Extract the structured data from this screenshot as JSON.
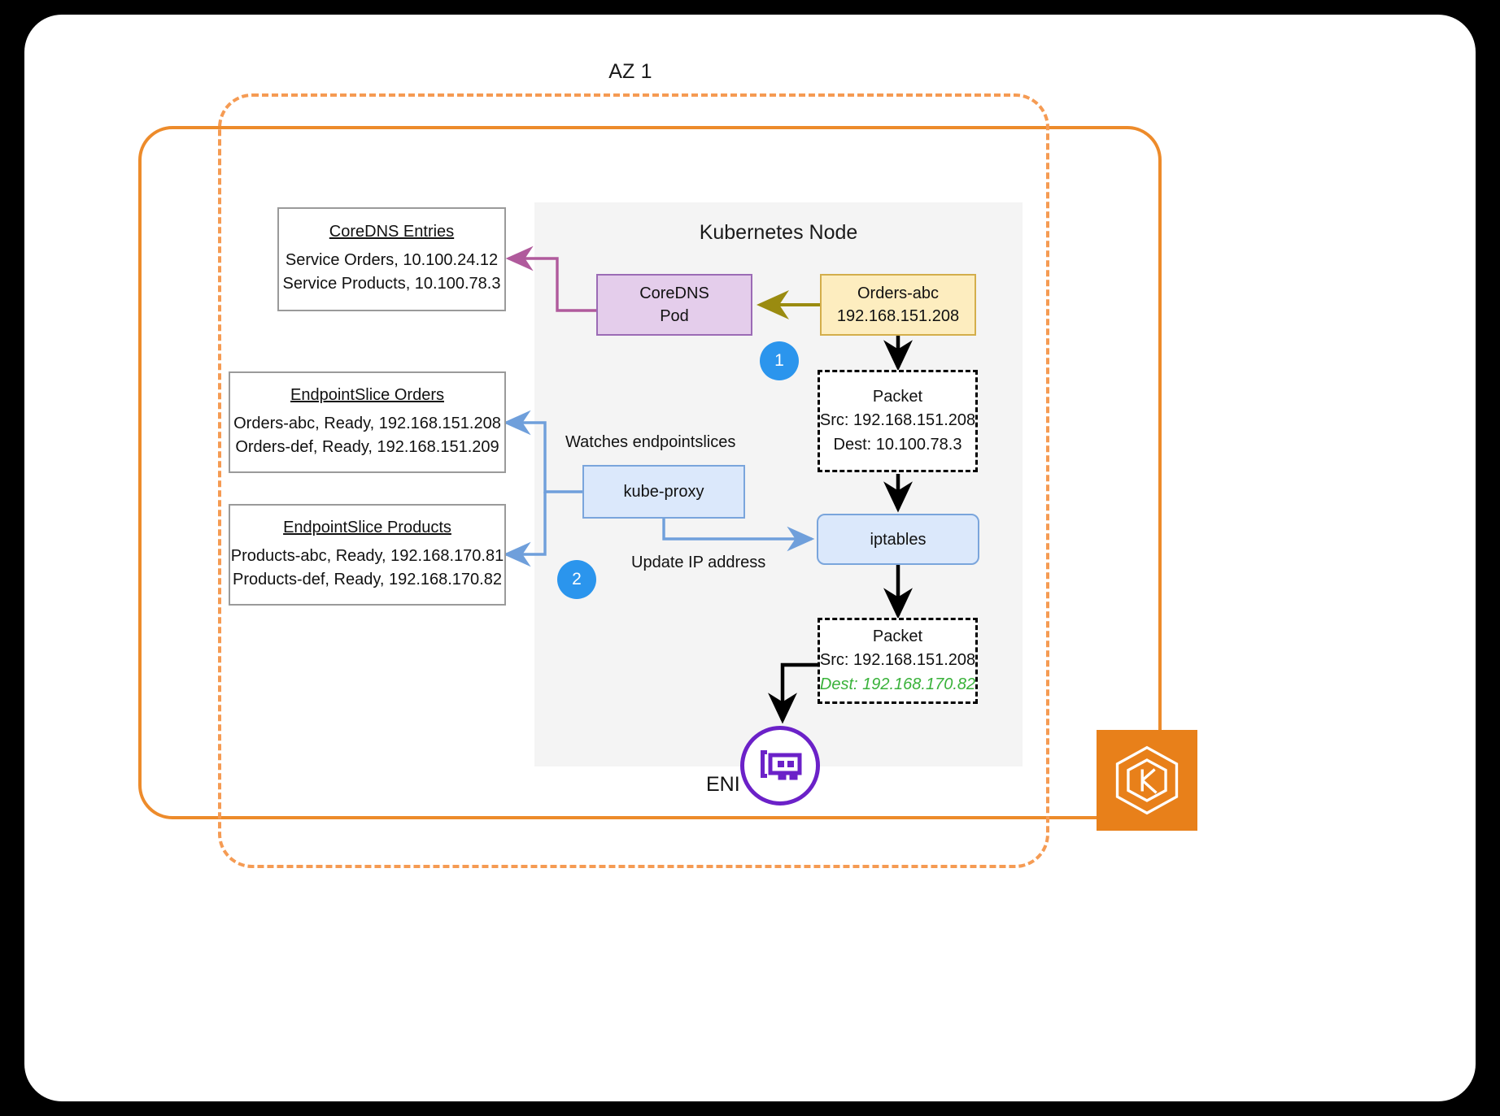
{
  "diagram": {
    "az_title": "AZ 1",
    "node_title": "Kubernetes Node",
    "eni_label": "ENI",
    "logo_name": "eks-logo"
  },
  "boxes": {
    "coredns_entries": {
      "title": "CoreDNS Entries",
      "rows": [
        "Service Orders, 10.100.24.12",
        "Service Products, 10.100.78.3"
      ]
    },
    "endpointslice_orders": {
      "title": "EndpointSlice Orders",
      "rows": [
        "Orders-abc, Ready, 192.168.151.208",
        "Orders-def, Ready, 192.168.151.209"
      ]
    },
    "endpointslice_products": {
      "title": "EndpointSlice Products",
      "rows": [
        "Products-abc, Ready, 192.168.170.81",
        "Products-def, Ready, 192.168.170.82"
      ]
    }
  },
  "nodes": {
    "coredns_pod": {
      "line1": "CoreDNS",
      "line2": "Pod",
      "fill": "#e4cdeb",
      "stroke": "#9b6bb5"
    },
    "orders_pod": {
      "line1": "Orders-abc",
      "line2": "192.168.151.208",
      "fill": "#fdedbf",
      "stroke": "#d3ae4b"
    },
    "kube_proxy": {
      "label": "kube-proxy",
      "fill": "#dbe8fb",
      "stroke": "#7aa5dc"
    },
    "iptables": {
      "label": "iptables",
      "fill": "#dbe8fb",
      "stroke": "#7aa5dc"
    }
  },
  "packets": {
    "before_nat": {
      "title": "Packet",
      "src": "Src: 192.168.151.208",
      "dest": "Dest: 10.100.78.3"
    },
    "after_nat": {
      "title": "Packet",
      "src": "Src: 192.168.151.208",
      "dest": "Dest: 192.168.170.82",
      "dest_color": "#39b23a"
    }
  },
  "labels": {
    "watches": "Watches endpointslices",
    "update_ip": "Update IP address"
  },
  "badges": {
    "one": "1",
    "two": "2"
  },
  "colors": {
    "az_dashed": "#f59b53",
    "vpc_solid": "#ed8b2b",
    "node_panel": "#f4f4f4",
    "badge_blue": "#2b95ed",
    "eni_purple": "#6b21c8",
    "eks_orange": "#e8801a",
    "dns_arrow": "#b05a9c",
    "pod_arrow": "#9a8b10",
    "proxy_arrow": "#6f9fdb",
    "packet_arrow": "#000000"
  }
}
